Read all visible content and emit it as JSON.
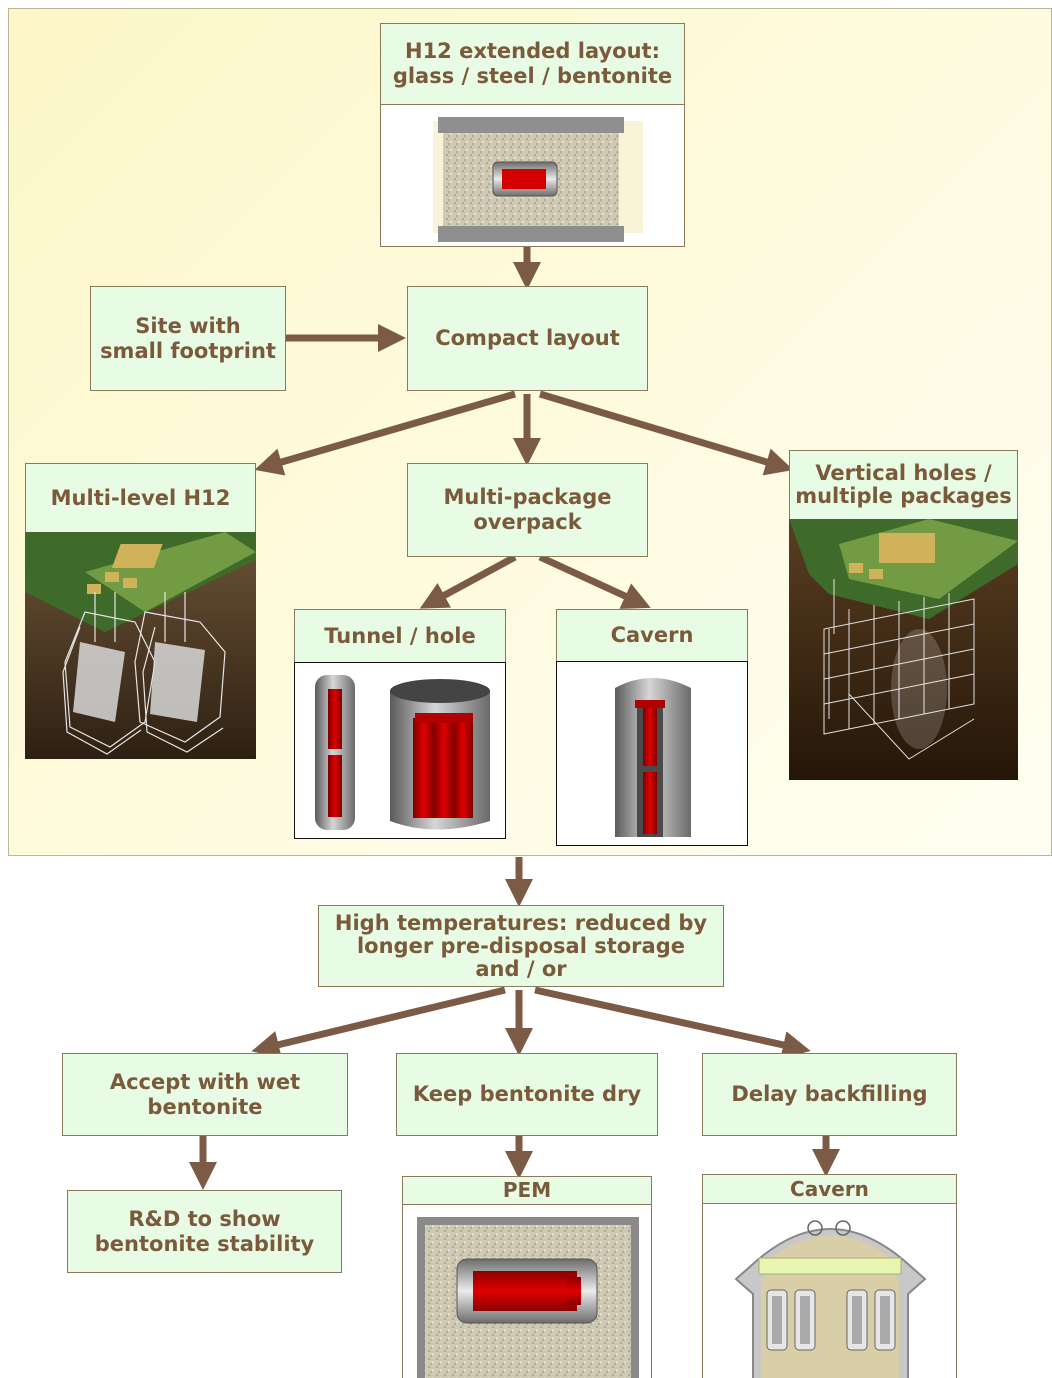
{
  "nodes": {
    "h12_extended": "H12 extended layout:\nglass / steel / bentonite",
    "site_small_footprint": "Site with\nsmall footprint",
    "compact_layout": "Compact layout",
    "multi_level_h12": "Multi-level H12",
    "multi_package_overpack": "Multi-package\noverpack",
    "vertical_holes": "Vertical holes /\nmultiple packages",
    "tunnel_hole": "Tunnel / hole",
    "cavern_top": "Cavern",
    "high_temperatures": "High temperatures: reduced by\nlonger pre-disposal storage\nand / or",
    "accept_wet": "Accept with wet\nbentonite",
    "keep_dry": "Keep bentonite dry",
    "delay_backfilling": "Delay backfilling",
    "rnd_stability": "R&D to show\nbentonite stability",
    "pem": "PEM",
    "cavern_bottom": "Cavern"
  },
  "colors": {
    "arrow": "#7b5b45",
    "box_fill": "#e8fbe4",
    "text": "#7a5a3a",
    "canister": "#d40000"
  }
}
